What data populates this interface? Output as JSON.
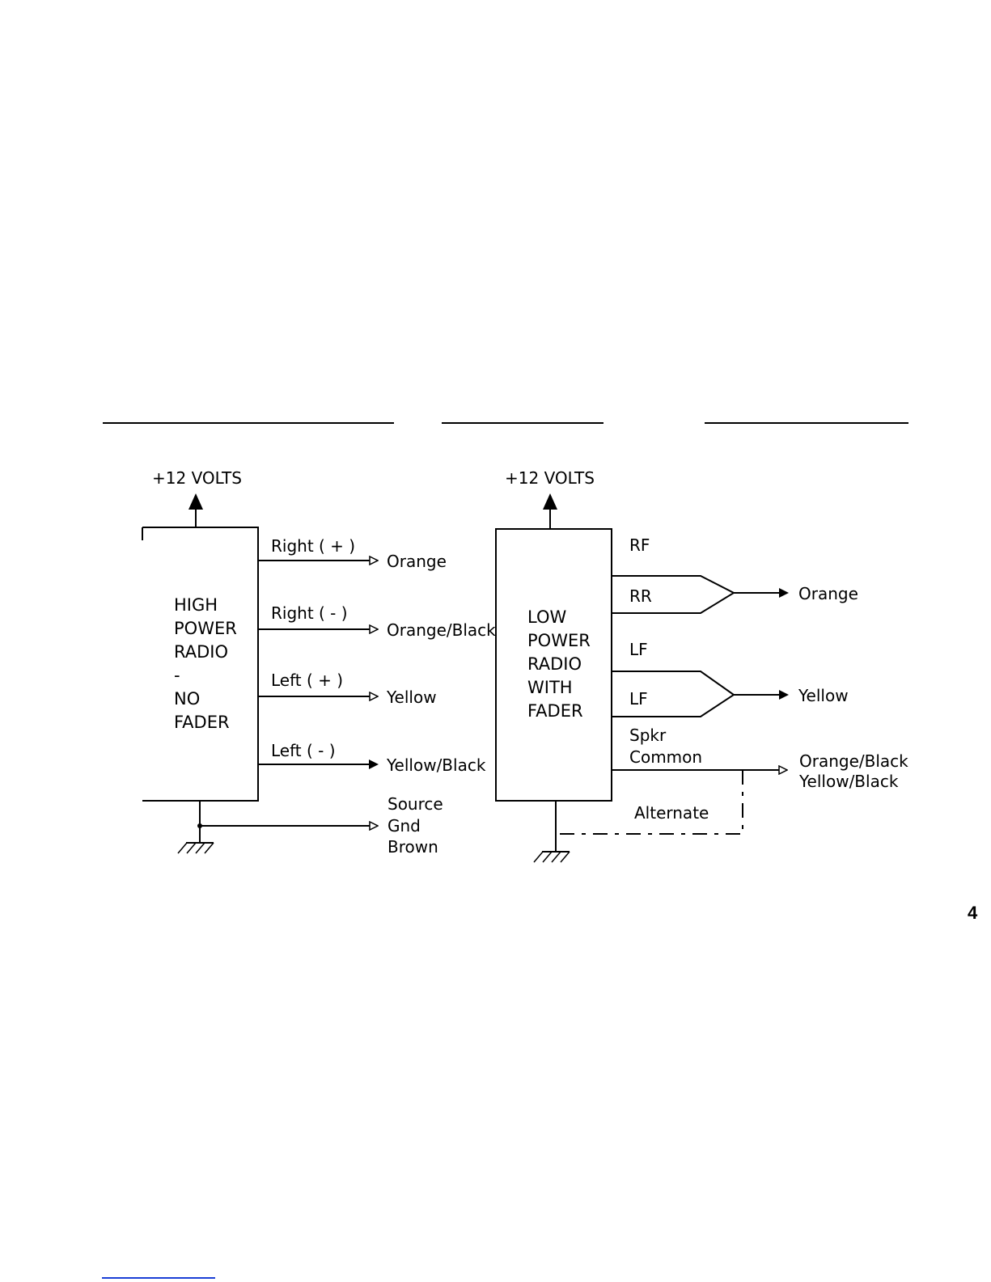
{
  "page_number": "4",
  "left_diagram": {
    "supply": "+12 VOLTS",
    "radio_lines": [
      "HIGH",
      "POWER",
      "RADIO",
      "-",
      "NO",
      "FADER"
    ],
    "outputs": [
      {
        "label": "Right ( + )",
        "wire": "Orange"
      },
      {
        "label": "Right ( - )",
        "wire": "Orange/Black"
      },
      {
        "label": "Left ( + )",
        "wire": "Yellow"
      },
      {
        "label": "Left ( - )",
        "wire": "Yellow/Black"
      }
    ],
    "ground_labels": [
      "Source",
      "Gnd",
      "Brown"
    ]
  },
  "right_diagram": {
    "supply": "+12 VOLTS",
    "radio_lines": [
      "LOW",
      "POWER",
      "RADIO",
      "WITH",
      "FADER"
    ],
    "channels": [
      "RF",
      "RR",
      "LF",
      "LF"
    ],
    "combined_wires": [
      "Orange",
      "Yellow"
    ],
    "common_label": [
      "Spkr",
      "Common"
    ],
    "common_wires": [
      "Orange/Black",
      "Yellow/Black"
    ],
    "alternate_label": "Alternate"
  },
  "colors": {
    "ink": "#000000",
    "background": "#ffffff",
    "footer_rule": "#1a3fd6"
  }
}
